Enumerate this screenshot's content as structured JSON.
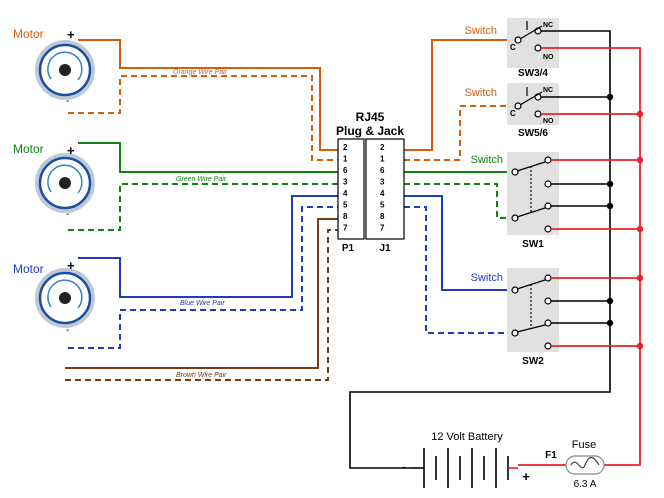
{
  "motors": [
    {
      "label": "Motor",
      "color": "#d35f0d",
      "plus": "+",
      "minus": "-"
    },
    {
      "label": "Motor",
      "color": "#11840f",
      "plus": "+",
      "minus": "-"
    },
    {
      "label": "Motor",
      "color": "#1f3bc2",
      "plus": "+",
      "minus": "-"
    }
  ],
  "wire_pairs": {
    "orange": "Orange Wire Pair",
    "green": "Green Wire Pair",
    "blue": "Blue Wire Pair",
    "brown": "Brown Wire Pair"
  },
  "connector": {
    "title_line1": "RJ45",
    "title_line2": "Plug & Jack",
    "plug_label": "P1",
    "jack_label": "J1",
    "pins": [
      "2",
      "1",
      "6",
      "3",
      "4",
      "5",
      "8",
      "7"
    ]
  },
  "switches": {
    "sw34": {
      "label": "SW3/4",
      "name": "Switch",
      "c": "C",
      "nc": "NC",
      "no": "NO"
    },
    "sw56": {
      "label": "SW5/6",
      "name": "Switch",
      "c": "C",
      "nc": "NC",
      "no": "NO"
    },
    "sw1": {
      "label": "SW1",
      "name": "Switch"
    },
    "sw2": {
      "label": "SW2",
      "name": "Switch"
    }
  },
  "battery": {
    "label": "12 Volt Battery",
    "minus": "-",
    "plus": "+"
  },
  "fuse": {
    "label": "Fuse",
    "ref": "F1",
    "rating": "6.3 A"
  },
  "colors": {
    "orange": "#d35f0d",
    "green": "#11840f",
    "blue": "#1f3bc2",
    "brown": "#7a3b12",
    "red": "#e8232a",
    "black": "#000000",
    "switch_fill": "#e1e1e1"
  }
}
